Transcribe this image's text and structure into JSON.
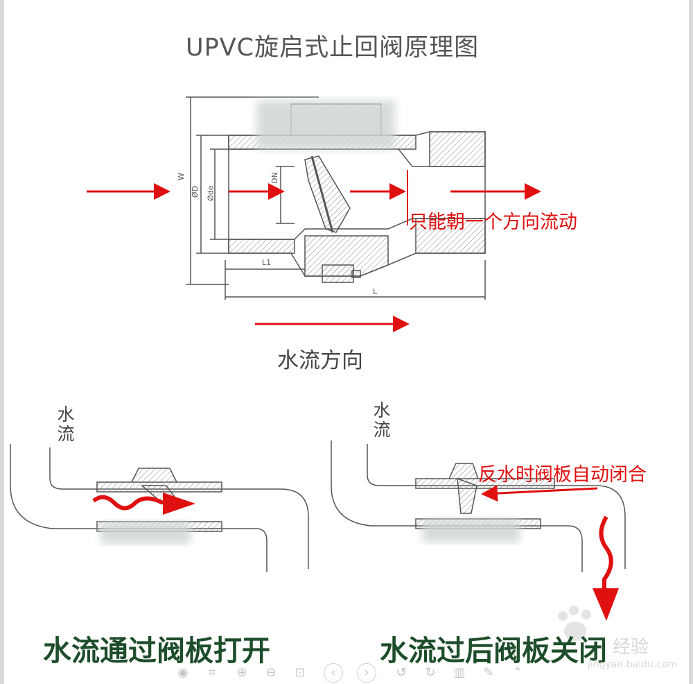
{
  "title": "UPVC旋启式止回阀原理图",
  "dimension_labels": {
    "w": "W",
    "od": "ØD",
    "ode": "Øde",
    "dn": "DN",
    "l1": "L1",
    "l": "L"
  },
  "annotations": {
    "one_direction": "只能朝一个方向流动",
    "flow_direction": "水流方向",
    "reverse_close": "反水时阀板自动闭合"
  },
  "water_flow_labels": [
    "水\n流",
    "水\n流"
  ],
  "captions": {
    "open": "水流通过阀板打开",
    "closed": "水流过后阀板关闭"
  },
  "watermark": {
    "main": "经验",
    "sub": "jingyan.baidu.com"
  },
  "colors": {
    "arrow": "#e01010",
    "line": "#555555",
    "caption": "#1d4d2a"
  },
  "toolbar_icons": [
    "mouse-icon",
    "crop-icon",
    "zoom-in-icon",
    "zoom-out-icon",
    "bookmark-icon",
    "prev-icon",
    "next-icon",
    "rotate-left-icon",
    "rotate-right-icon",
    "delete-icon",
    "edit-icon",
    "up-icon"
  ]
}
